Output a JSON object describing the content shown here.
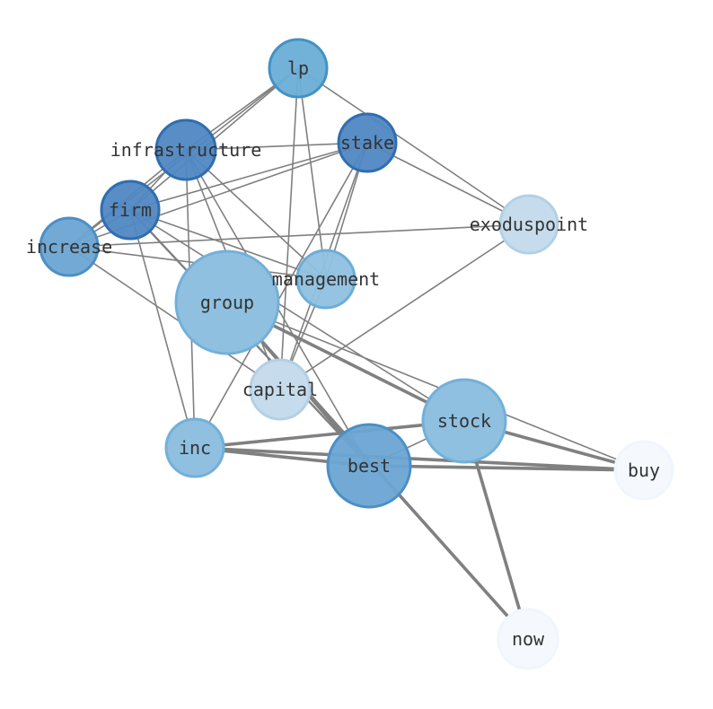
{
  "graph": {
    "nodes": [
      {
        "id": "lp",
        "label": "lp",
        "fill": "#6baed6",
        "stroke": "#4292c6",
        "opacity": 0.95
      },
      {
        "id": "infrastructure",
        "label": "infrastructure",
        "fill": "#4f87c2",
        "stroke": "#2f6eb0",
        "opacity": 0.95
      },
      {
        "id": "stake",
        "label": "stake",
        "fill": "#4f87c2",
        "stroke": "#2f6eb0",
        "opacity": 0.95
      },
      {
        "id": "firm",
        "label": "firm",
        "fill": "#4f87c2",
        "stroke": "#2f6eb0",
        "opacity": 0.95
      },
      {
        "id": "increase",
        "label": "increase",
        "fill": "#6ba5d3",
        "stroke": "#4b8fc6",
        "opacity": 0.95
      },
      {
        "id": "exoduspoint",
        "label": "exoduspoint",
        "fill": "#c6dcec",
        "stroke": "#b2d0e6",
        "opacity": 1
      },
      {
        "id": "management",
        "label": "management",
        "fill": "#8fc0e0",
        "stroke": "#6baed6",
        "opacity": 0.95
      },
      {
        "id": "group",
        "label": "group",
        "fill": "#8fc0e0",
        "stroke": "#72b0d9",
        "opacity": 1
      },
      {
        "id": "capital",
        "label": "capital",
        "fill": "#c6dcec",
        "stroke": "#b2d0e6",
        "opacity": 1
      },
      {
        "id": "stock",
        "label": "stock",
        "fill": "#8fc0e0",
        "stroke": "#72b0d9",
        "opacity": 1
      },
      {
        "id": "inc",
        "label": "inc",
        "fill": "#8fc0e0",
        "stroke": "#72b0d9",
        "opacity": 1
      },
      {
        "id": "best",
        "label": "best",
        "fill": "#6ba5d3",
        "stroke": "#4b8fc6",
        "opacity": 0.95
      },
      {
        "id": "buy",
        "label": "buy",
        "fill": "#f5f9fe",
        "stroke": "#f0f6fd",
        "opacity": 1
      },
      {
        "id": "now",
        "label": "now",
        "fill": "#f5f9fe",
        "stroke": "#f0f6fd",
        "opacity": 1
      }
    ],
    "edges": [
      {
        "source": "lp",
        "target": "infrastructure",
        "weight": 1
      },
      {
        "source": "lp",
        "target": "firm",
        "weight": 1
      },
      {
        "source": "lp",
        "target": "increase",
        "weight": 1
      },
      {
        "source": "lp",
        "target": "exoduspoint",
        "weight": 1
      },
      {
        "source": "lp",
        "target": "management",
        "weight": 1
      },
      {
        "source": "lp",
        "target": "capital",
        "weight": 1
      },
      {
        "source": "infrastructure",
        "target": "stake",
        "weight": 1
      },
      {
        "source": "infrastructure",
        "target": "increase",
        "weight": 1
      },
      {
        "source": "infrastructure",
        "target": "firm",
        "weight": 1
      },
      {
        "source": "infrastructure",
        "target": "management",
        "weight": 1
      },
      {
        "source": "infrastructure",
        "target": "capital",
        "weight": 1
      },
      {
        "source": "infrastructure",
        "target": "inc",
        "weight": 1
      },
      {
        "source": "infrastructure",
        "target": "best",
        "weight": 1
      },
      {
        "source": "stake",
        "target": "firm",
        "weight": 1
      },
      {
        "source": "stake",
        "target": "increase",
        "weight": 1
      },
      {
        "source": "stake",
        "target": "exoduspoint",
        "weight": 1
      },
      {
        "source": "stake",
        "target": "management",
        "weight": 1
      },
      {
        "source": "stake",
        "target": "capital",
        "weight": 1
      },
      {
        "source": "stake",
        "target": "inc",
        "weight": 1
      },
      {
        "source": "firm",
        "target": "increase",
        "weight": 1
      },
      {
        "source": "firm",
        "target": "management",
        "weight": 1
      },
      {
        "source": "firm",
        "target": "inc",
        "weight": 1
      },
      {
        "source": "firm",
        "target": "stock",
        "weight": 1
      },
      {
        "source": "firm",
        "target": "best",
        "weight": 2
      },
      {
        "source": "increase",
        "target": "exoduspoint",
        "weight": 1
      },
      {
        "source": "increase",
        "target": "capital",
        "weight": 1
      },
      {
        "source": "increase",
        "target": "management",
        "weight": 1
      },
      {
        "source": "exoduspoint",
        "target": "capital",
        "weight": 1
      },
      {
        "source": "management",
        "target": "capital",
        "weight": 1
      },
      {
        "source": "group",
        "target": "stock",
        "weight": 3
      },
      {
        "source": "group",
        "target": "best",
        "weight": 2
      },
      {
        "source": "group",
        "target": "now",
        "weight": 3
      },
      {
        "source": "group",
        "target": "buy",
        "weight": 1
      },
      {
        "source": "stock",
        "target": "inc",
        "weight": 3
      },
      {
        "source": "stock",
        "target": "buy",
        "weight": 3
      },
      {
        "source": "stock",
        "target": "now",
        "weight": 3
      },
      {
        "source": "stock",
        "target": "best",
        "weight": 1
      },
      {
        "source": "inc",
        "target": "best",
        "weight": 3
      },
      {
        "source": "inc",
        "target": "buy",
        "weight": 3
      },
      {
        "source": "best",
        "target": "buy",
        "weight": 3
      }
    ]
  }
}
